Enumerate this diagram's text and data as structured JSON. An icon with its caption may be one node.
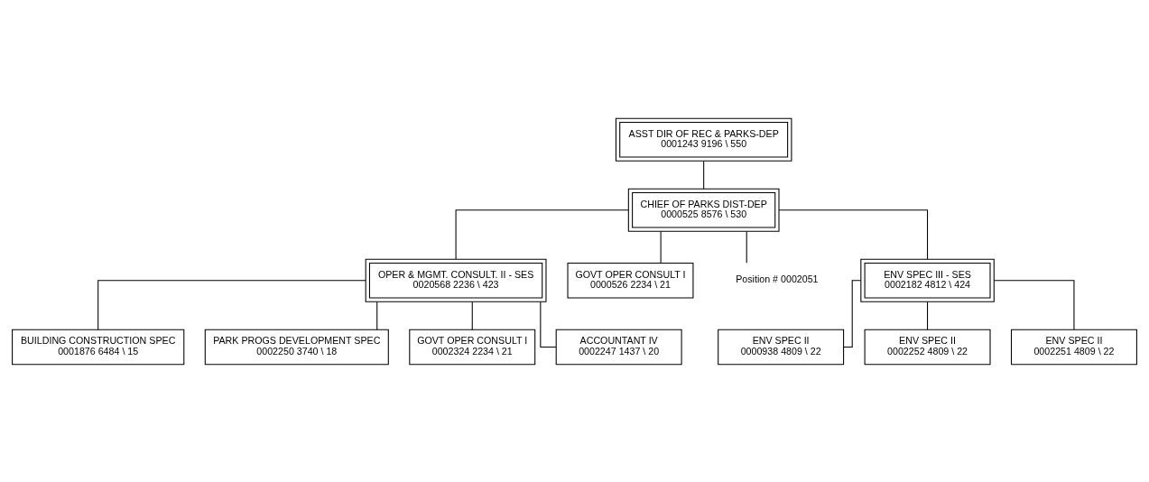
{
  "diagram": {
    "nodes": [
      {
        "text": [
          "ASST DIR OF REC & PARKS-DEP",
          "0001243 9196 \\ 550"
        ]
      },
      {
        "text": [
          "CHIEF OF PARKS DIST-DEP",
          "0000525 8576 \\ 530"
        ]
      },
      {
        "text": [
          "OPER & MGMT. CONSULT. II - SES",
          "0020568 2236 \\ 423"
        ]
      },
      {
        "text": [
          "GOVT OPER CONSULT I",
          "0000526 2234 \\ 21"
        ]
      },
      {
        "text": [
          "Position # 0002051"
        ]
      },
      {
        "text": [
          "ENV SPEC III - SES",
          "0002182 4812 \\ 424"
        ]
      },
      {
        "text": [
          "BUILDING CONSTRUCTION SPEC",
          "0001876 6484 \\ 15"
        ]
      },
      {
        "text": [
          "PARK PROGS DEVELOPMENT SPEC",
          "0002250 3740 \\ 18"
        ]
      },
      {
        "text": [
          "GOVT OPER CONSULT I",
          "0002324 2234 \\ 21"
        ]
      },
      {
        "text": [
          "ACCOUNTANT IV",
          "0002247 1437 \\ 20"
        ]
      },
      {
        "text": [
          "ENV SPEC II",
          "0000938 4809 \\ 22"
        ]
      },
      {
        "text": [
          "ENV SPEC II",
          "0002252 4809 \\ 22"
        ]
      },
      {
        "text": [
          "ENV SPEC II",
          "0002251 4809 \\ 22"
        ]
      }
    ],
    "edges": [
      {
        "from": 0,
        "to": 1,
        "arrow": "none"
      },
      {
        "from": 1,
        "to": 2,
        "arrow": "none"
      },
      {
        "from": 1,
        "to": 3,
        "arrow": "none"
      },
      {
        "from": 1,
        "to": 4,
        "arrow": "none"
      },
      {
        "from": 1,
        "to": 5,
        "arrow": "none"
      },
      {
        "from": 2,
        "to": 6,
        "arrow": "none"
      },
      {
        "from": 2,
        "to": 7,
        "arrow": "none"
      },
      {
        "from": 2,
        "to": 8,
        "arrow": "none"
      },
      {
        "from": 2,
        "to": 9,
        "arrow": "none"
      },
      {
        "from": 5,
        "to": 10,
        "arrow": "none"
      },
      {
        "from": 5,
        "to": 11,
        "arrow": "none"
      },
      {
        "from": 5,
        "to": 12,
        "arrow": "none"
      }
    ]
  }
}
